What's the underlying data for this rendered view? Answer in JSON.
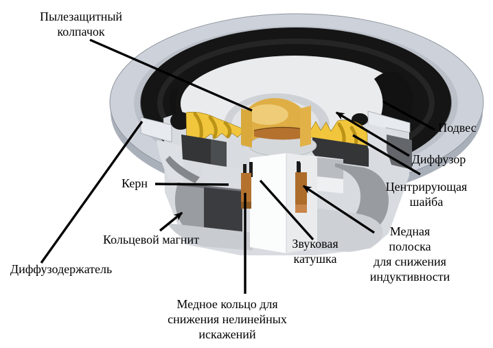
{
  "diagram": {
    "type": "loudspeaker-cutaway",
    "background": "#ffffff",
    "labels": {
      "dust_cap": "Пылезащитный\nколпачок",
      "surround": "Подвес",
      "cone": "Диффузор",
      "spider": "Центрирующая\nшайба",
      "pole_core": "Керн",
      "ring_magnet": "Кольцевой магнит",
      "basket": "Диффузодержатель",
      "voice_coil": "Звуковая\nкатушка",
      "copper_strip": "Медная полоска\nдля снижения\nиндуктивности",
      "copper_ring": "Медное кольцо для\nснижения нелинейных\nискажений"
    },
    "colors": {
      "callout_line": "#000000",
      "text": "#000000",
      "flange_gray": "#cdd2da",
      "flange_side": "#aab0ba",
      "gasket_dark": "#75787e",
      "surround_black": "#151515",
      "cone_gray": "#eaebec",
      "dust_cap_gold": "#dfae44",
      "spider_yellow": "#f1c63c",
      "spider_shadow": "#b58d12",
      "magnet_dark": "#3a3c3f",
      "magnet_gray": "#999da2",
      "plate_light": "#c8ccd1",
      "copper": "#b5722e",
      "steel_white": "#fbfcfc",
      "cut_face": "#e7eaee"
    }
  }
}
